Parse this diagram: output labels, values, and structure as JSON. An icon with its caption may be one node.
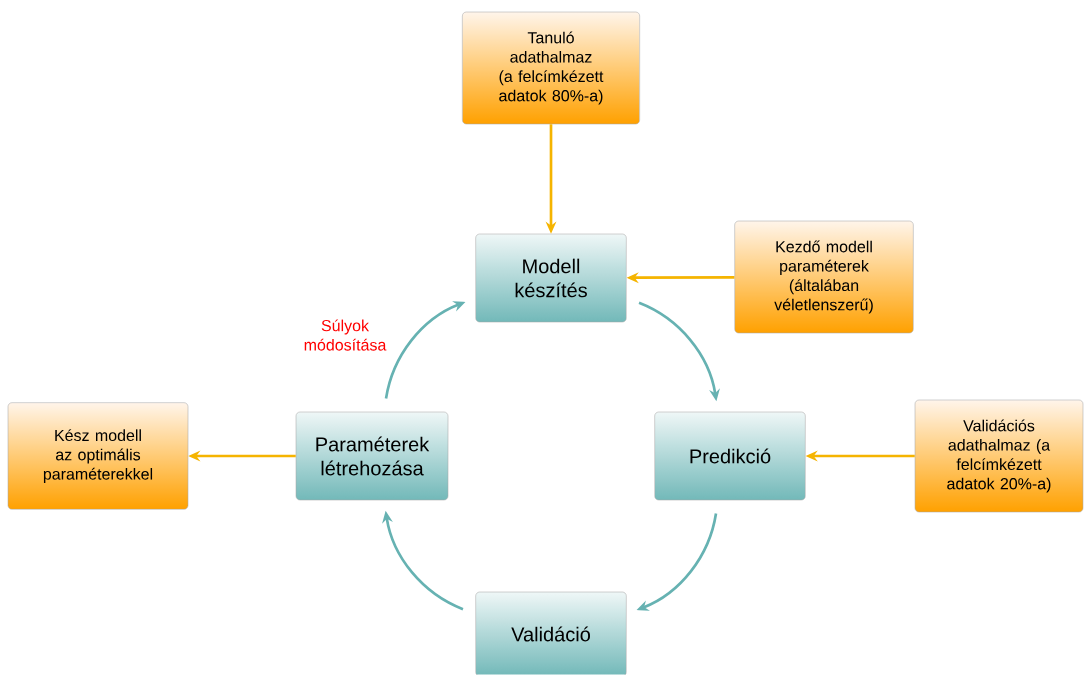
{
  "diagram": {
    "nodes": [
      {
        "text": [
          "Tanuló adathalmaz (a felcímkézett adatok 80%-a)"
        ]
      },
      {
        "text": [
          "Modell készítés"
        ]
      },
      {
        "text": [
          "Kezdő modell paraméterek (általában véletlenszerű)"
        ]
      },
      {
        "text": [
          "Predikció"
        ]
      },
      {
        "text": [
          "Validációs adathalmaz (a felcímkézett adatok 20%-a)"
        ]
      },
      {
        "text": [
          "Validáció"
        ]
      },
      {
        "text": [
          "Paraméterek létrehozása"
        ]
      },
      {
        "text": [
          "Kész modell az optimális paraméterekkel"
        ]
      }
    ],
    "edges": [
      {
        "from": 0,
        "to": 1,
        "arrow": "to",
        "color": "#f5b400"
      },
      {
        "from": 2,
        "to": 1,
        "arrow": "to",
        "color": "#f5b400"
      },
      {
        "from": 1,
        "to": 3,
        "arrow": "to",
        "color": "#66b2b2"
      },
      {
        "from": 4,
        "to": 3,
        "arrow": "to",
        "color": "#f5b400"
      },
      {
        "from": 3,
        "to": 5,
        "arrow": "to",
        "color": "#66b2b2"
      },
      {
        "from": 5,
        "to": 6,
        "arrow": "to",
        "color": "#66b2b2"
      },
      {
        "from": 6,
        "to": 7,
        "arrow": "to",
        "color": "#f5b400"
      },
      {
        "from": 6,
        "to": 1,
        "arrow": "to",
        "label": "Súlyok módosítása",
        "color": "#66b2b2"
      }
    ]
  }
}
